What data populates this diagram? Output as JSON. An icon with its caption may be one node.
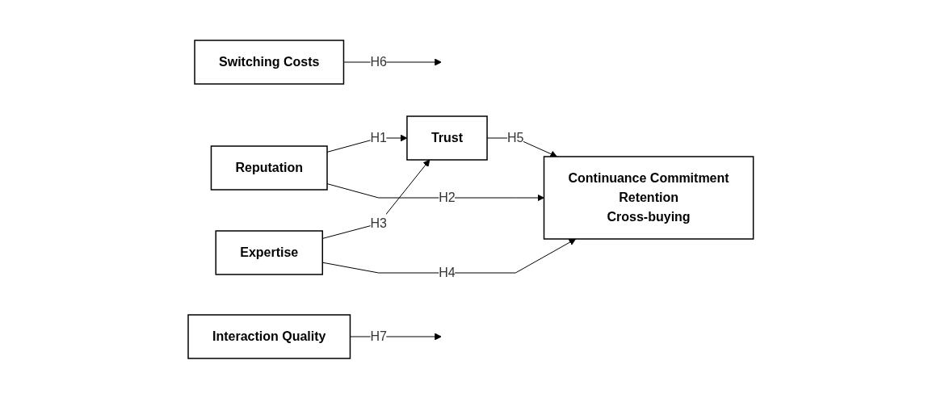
{
  "diagram": {
    "nodes": [
      {
        "text": [
          "Switching Costs"
        ]
      },
      {
        "text": [
          "Interaction Quality"
        ]
      },
      {
        "text": [
          "Continuance Commitment",
          "Retention",
          "Cross-buying"
        ]
      },
      {
        "text": [
          "Reputation"
        ]
      },
      {
        "text": [
          "Trust"
        ]
      },
      {
        "text": [
          "Expertise"
        ]
      }
    ],
    "edges": [
      {
        "from": 3,
        "to": 4,
        "arrow": "to",
        "label": "H1"
      },
      {
        "from": 5,
        "to": 4,
        "arrow": "to",
        "label": "H3"
      },
      {
        "from": 4,
        "to": 2,
        "arrow": "to",
        "label": "H5"
      },
      {
        "from": 0,
        "to": null,
        "arrow": "to",
        "label": "H6"
      },
      {
        "from": 1,
        "to": null,
        "arrow": "to",
        "label": "H7"
      },
      {
        "from": 5,
        "to": 2,
        "arrow": "to",
        "label": "H4"
      },
      {
        "from": 3,
        "to": 2,
        "arrow": "to",
        "label": "H2"
      }
    ]
  }
}
